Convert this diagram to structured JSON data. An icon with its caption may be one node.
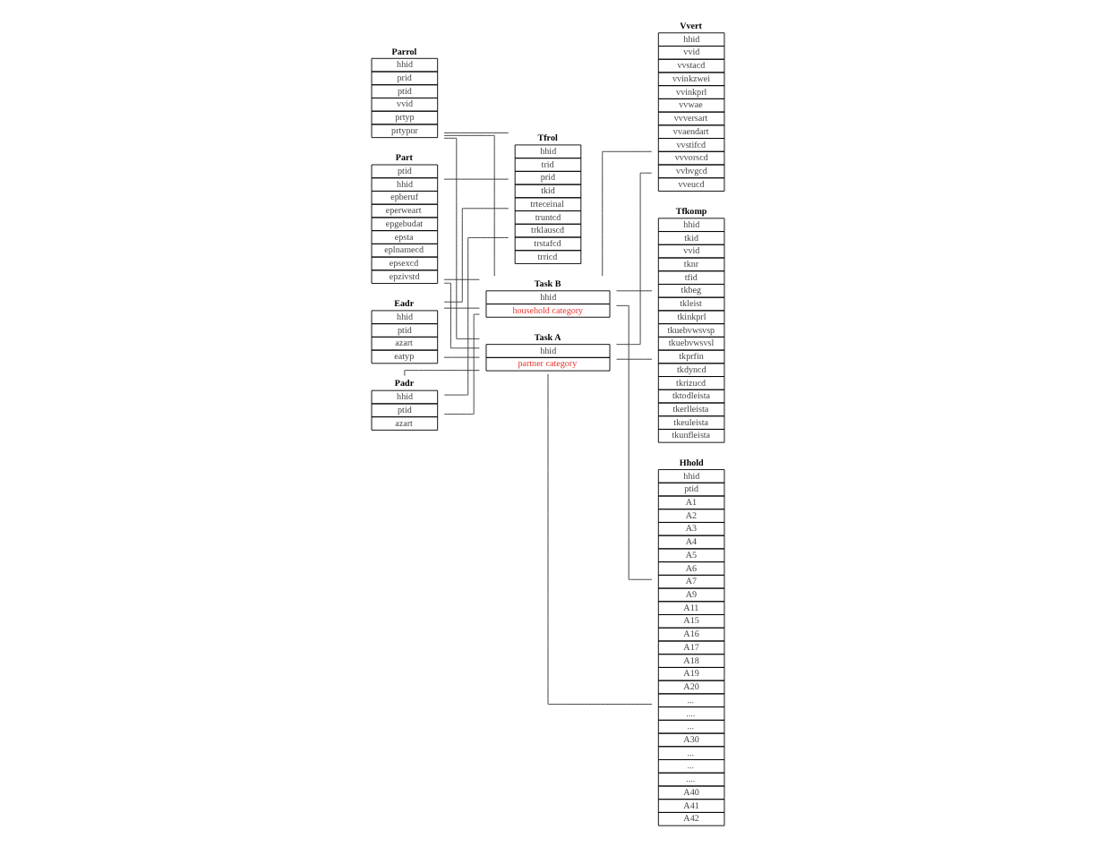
{
  "diagram": {
    "nodes": [
      {
        "text": [
          "Eadr",
          "hhid",
          "ptid",
          "azart",
          "eatyp"
        ]
      },
      {
        "text": [
          "Padr",
          "hhid",
          "ptid",
          "azart"
        ]
      },
      {
        "text": [
          "Parrol",
          "hhid",
          "prid",
          "ptid",
          "vvid",
          "prtyp",
          "prtypnr"
        ]
      },
      {
        "text": [
          "Part",
          "ptid",
          "hhid",
          "epberuf",
          "eperweart",
          "epgebudat",
          "epsta",
          "eplnamecd",
          "epsexcd",
          "epzivstd"
        ]
      },
      {
        "text": [
          "Tfrol",
          "hhid",
          "trid",
          "prid",
          "tkid",
          "trteceinal",
          "truntcd",
          "trklauscd",
          "trstafcd",
          "trricd"
        ]
      },
      {
        "text": [
          "Task A",
          "hhid",
          "partner category"
        ]
      },
      {
        "text": [
          "Task B",
          "hhid",
          "household category"
        ]
      },
      {
        "text": [
          "Vvert",
          "hhid",
          "vvid",
          "vvstacd",
          "vvinkzwei",
          "vvinkprl",
          "vvwae",
          "vvversart",
          "vvaendart",
          "vvstifcd",
          "vvvorscd",
          "vvbvgcd",
          "vveucd"
        ]
      },
      {
        "text": [
          "Tfkomp",
          "hhid",
          "tkid",
          "vvid",
          "tknr",
          "tfid",
          "tkbeg",
          "tkleist",
          "tkinkprl",
          "tkuebvwsvsp",
          "tkuebvwsvsl",
          "tkprfin",
          "tkdyncd",
          "tkrizucd",
          "tktodleista",
          "tkerlleista",
          "tkeuleista",
          "tkunfleista"
        ]
      },
      {
        "text": [
          "Hhold",
          "hhid",
          "ptid",
          "A1",
          "A2",
          "A3",
          "A4",
          "A5",
          "A6",
          "A7",
          "A9",
          "A11",
          "A15",
          "A16",
          "A17",
          "A18",
          "A19",
          "A20",
          "...",
          "....",
          "...",
          "A30",
          "...",
          "...",
          "....",
          "A40",
          "A41",
          "A42"
        ]
      }
    ],
    "edges": [
      {
        "from": 0,
        "to": 4,
        "arrow": "none"
      },
      {
        "from": 0,
        "to": 5,
        "arrow": "none"
      },
      {
        "from": 0,
        "to": 6,
        "arrow": "none"
      },
      {
        "from": 1,
        "to": 4,
        "arrow": "none"
      },
      {
        "from": 1,
        "to": 5,
        "arrow": "none"
      },
      {
        "from": 1,
        "to": 6,
        "arrow": "none"
      },
      {
        "from": 2,
        "to": 4,
        "arrow": "none"
      },
      {
        "from": 2,
        "to": 5,
        "arrow": "none"
      },
      {
        "from": 2,
        "to": 6,
        "arrow": "none"
      },
      {
        "from": 3,
        "to": 4,
        "arrow": "none"
      },
      {
        "from": 3,
        "to": 5,
        "arrow": "none"
      },
      {
        "from": 3,
        "to": 6,
        "arrow": "none"
      },
      {
        "from": 5,
        "to": 7,
        "arrow": "none"
      },
      {
        "from": 5,
        "to": 8,
        "arrow": "none"
      },
      {
        "from": 5,
        "to": 9,
        "arrow": "none"
      },
      {
        "from": 6,
        "to": 7,
        "arrow": "none"
      },
      {
        "from": 6,
        "to": 8,
        "arrow": "none"
      },
      {
        "from": 6,
        "to": 9,
        "arrow": "none"
      }
    ]
  }
}
